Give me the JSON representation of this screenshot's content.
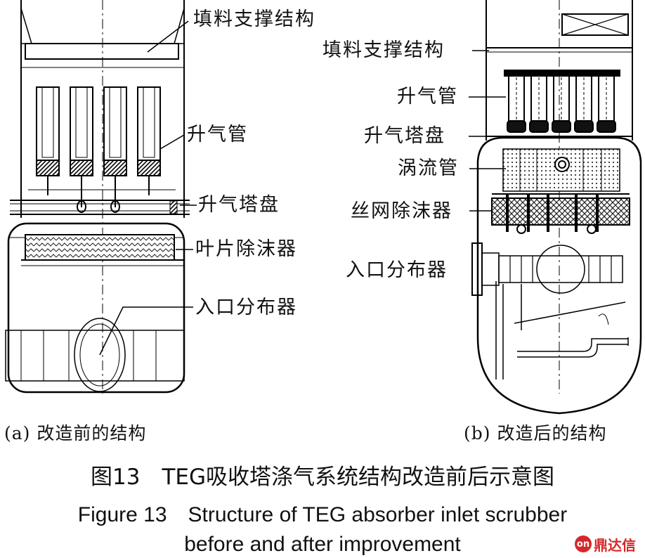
{
  "figure": {
    "left": {
      "labels": {
        "packing_support": "填料支撑结构",
        "riser_tube": "升气管",
        "chimney_tray": "升气塔盘",
        "vane_demister": "叶片除沫器",
        "inlet_distributor": "入口分布器"
      },
      "subcaption": "(a) 改造前的结构"
    },
    "right": {
      "labels": {
        "packing_support": "填料支撑结构",
        "riser_tube": "升气管",
        "chimney_tray": "升气塔盘",
        "vortex_tube": "涡流管",
        "mesh_demister": "丝网除沫器",
        "inlet_distributor": "入口分布器"
      },
      "subcaption": "(b) 改造后的结构"
    }
  },
  "caption": {
    "zh": "图13　TEG吸收塔涤气系统结构改造前后示意图",
    "en_line1": "Figure 13　Structure of TEG absorber inlet scrubber",
    "en_line2": "before and after improvement"
  },
  "watermark": {
    "badge": "on",
    "text": "鼎达信",
    "color": "#d6272a"
  }
}
